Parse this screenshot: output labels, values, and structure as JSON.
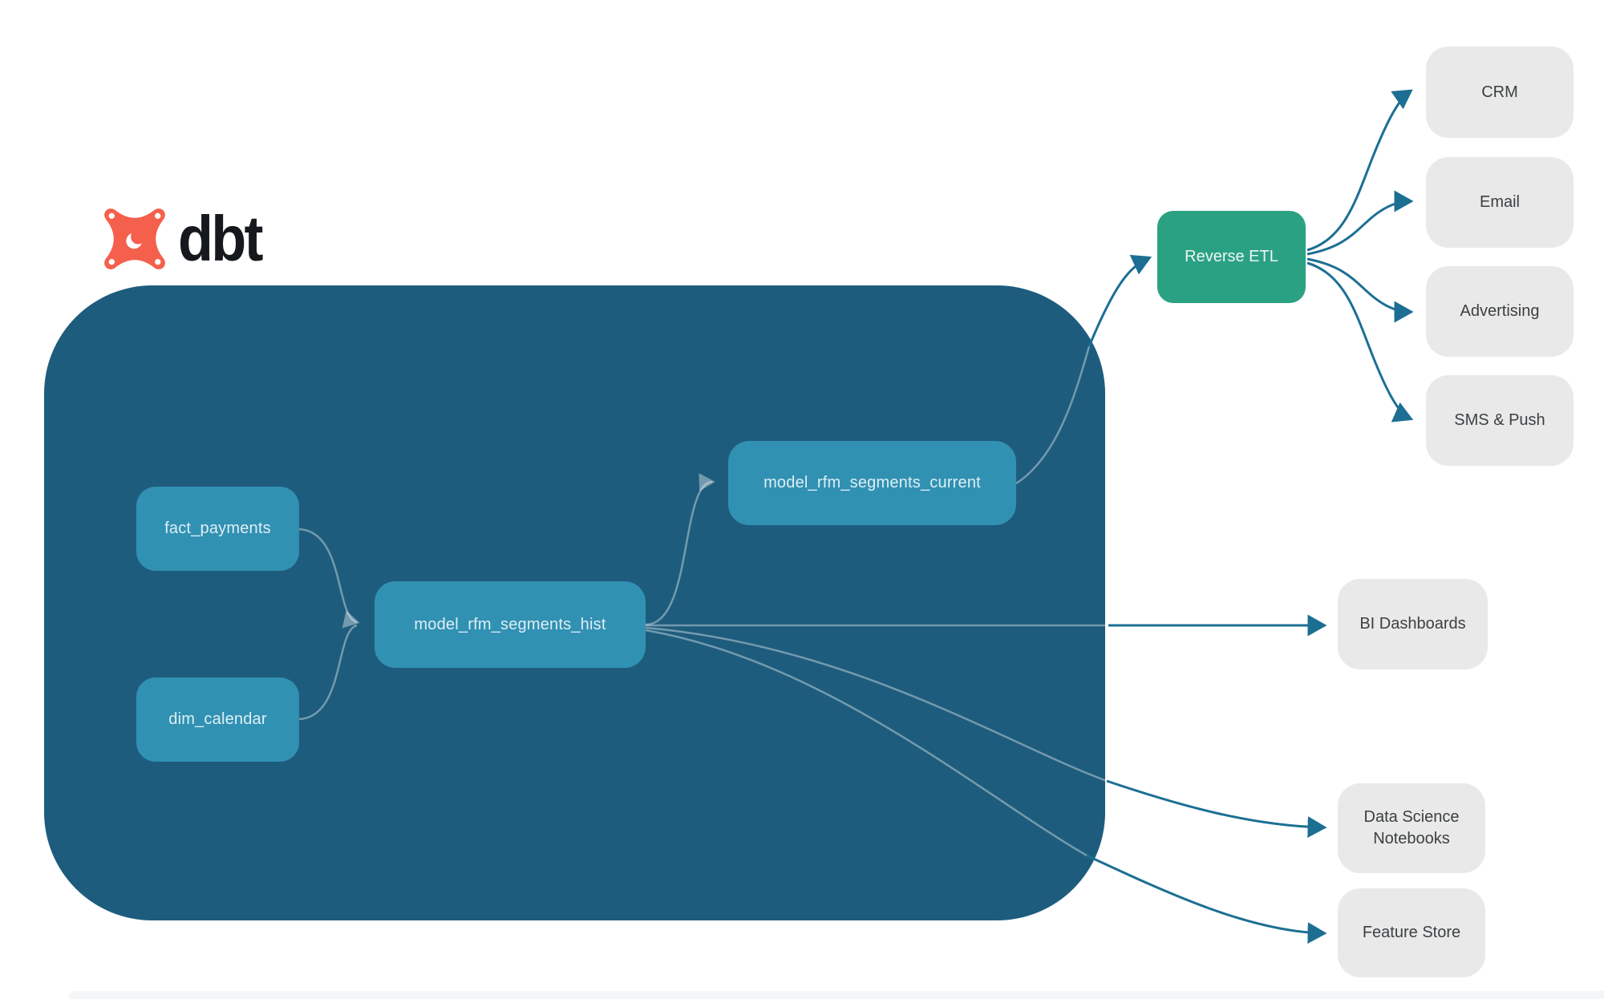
{
  "logo": {
    "brand": "dbt"
  },
  "colors": {
    "container": "#1E5C7D",
    "node": "#3191B3",
    "reverse_etl": "#2BA183",
    "destination": "#E9E9E9",
    "edge_outside": "#1C6F93",
    "edge_inside": "rgba(255,255,255,0.38)",
    "logo_orange": "#F4604C"
  },
  "warehouse_nodes": [
    {
      "label": "fact_payments"
    },
    {
      "label": "dim_calendar"
    },
    {
      "label": "model_rfm_segments_hist"
    },
    {
      "label": "model_rfm_segments_current"
    }
  ],
  "transform_node": {
    "label": "Reverse ETL"
  },
  "destination_nodes": [
    {
      "label": "CRM"
    },
    {
      "label": "Email"
    },
    {
      "label": "Advertising"
    },
    {
      "label": "SMS & Push"
    },
    {
      "label": "BI Dashboards"
    },
    {
      "label": "Data Science Notebooks"
    },
    {
      "label": "Feature Store"
    }
  ],
  "edges": [
    {
      "from": "fact_payments",
      "to": "model_rfm_segments_hist"
    },
    {
      "from": "dim_calendar",
      "to": "model_rfm_segments_hist"
    },
    {
      "from": "model_rfm_segments_hist",
      "to": "model_rfm_segments_current"
    },
    {
      "from": "model_rfm_segments_current",
      "to": "Reverse ETL"
    },
    {
      "from": "Reverse ETL",
      "to": "CRM"
    },
    {
      "from": "Reverse ETL",
      "to": "Email"
    },
    {
      "from": "Reverse ETL",
      "to": "Advertising"
    },
    {
      "from": "Reverse ETL",
      "to": "SMS & Push"
    },
    {
      "from": "model_rfm_segments_hist",
      "to": "BI Dashboards"
    },
    {
      "from": "model_rfm_segments_hist",
      "to": "Data Science Notebooks"
    },
    {
      "from": "model_rfm_segments_hist",
      "to": "Feature Store"
    }
  ]
}
